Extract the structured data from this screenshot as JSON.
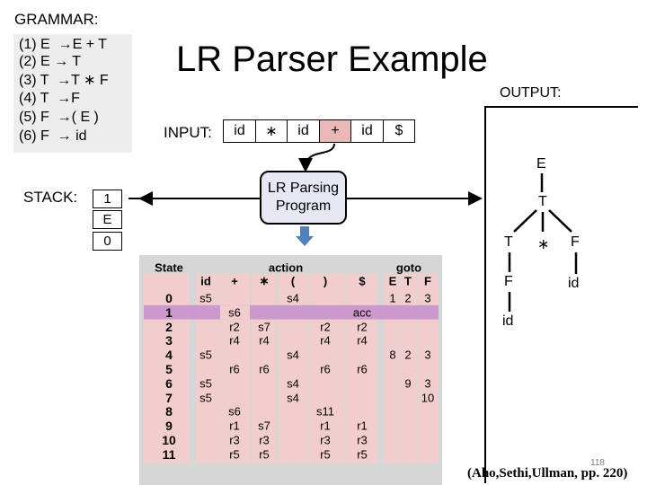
{
  "grammar": {
    "title": "GRAMMAR:",
    "rules": [
      "(1) E  →E + T",
      "(2) E → T",
      "(3) T  →T ∗ F",
      "(4) T  →F",
      "(5) F  →( E )",
      "(6) F  → id"
    ]
  },
  "main_title": "LR Parser Example",
  "input": {
    "label": "INPUT:",
    "tokens": [
      "id",
      "∗",
      "id",
      "+",
      "id",
      "$"
    ]
  },
  "output": {
    "label": "OUTPUT:",
    "tree": [
      "E",
      "T",
      "T",
      "∗",
      "F",
      "F",
      "id",
      "id"
    ]
  },
  "stack": {
    "label": "STACK:",
    "cells": [
      "1",
      "E",
      "0"
    ]
  },
  "program": {
    "label_line1": "LR Parsing",
    "label_line2": "Program"
  },
  "table": {
    "state_header": "State",
    "action_header": "action",
    "goto_header": "goto",
    "action_cols": [
      "id",
      "+",
      "∗",
      "(",
      ")",
      "$"
    ],
    "goto_cols": [
      "E",
      "T",
      "F"
    ],
    "states": [
      "0",
      "1",
      "2",
      "3",
      "4",
      "5",
      "6",
      "7",
      "8",
      "9",
      "10",
      "11"
    ],
    "cells": [
      {
        "row": 0,
        "col": 0,
        "text": "s5"
      },
      {
        "row": 0,
        "col": 3,
        "text": "s4"
      },
      {
        "row": 0,
        "col": 6,
        "text": "1"
      },
      {
        "row": 0,
        "col": 7,
        "text": "2"
      },
      {
        "row": 0,
        "col": 8,
        "text": "3"
      },
      {
        "row": 1,
        "col": 1,
        "text": "s6"
      },
      {
        "row": 1,
        "col": 5,
        "text": "acc"
      },
      {
        "row": 2,
        "col": 1,
        "text": "r2"
      },
      {
        "row": 2,
        "col": 2,
        "text": "s7"
      },
      {
        "row": 2,
        "col": 4,
        "text": "r2"
      },
      {
        "row": 2,
        "col": 5,
        "text": "r2"
      },
      {
        "row": 3,
        "col": 1,
        "text": "r4"
      },
      {
        "row": 3,
        "col": 2,
        "text": "r4"
      },
      {
        "row": 3,
        "col": 4,
        "text": "r4"
      },
      {
        "row": 3,
        "col": 5,
        "text": "r4"
      },
      {
        "row": 4,
        "col": 0,
        "text": "s5"
      },
      {
        "row": 4,
        "col": 3,
        "text": "s4"
      },
      {
        "row": 4,
        "col": 6,
        "text": "8"
      },
      {
        "row": 4,
        "col": 7,
        "text": "2"
      },
      {
        "row": 4,
        "col": 8,
        "text": "3"
      },
      {
        "row": 5,
        "col": 1,
        "text": "r6"
      },
      {
        "row": 5,
        "col": 2,
        "text": "r6"
      },
      {
        "row": 5,
        "col": 4,
        "text": "r6"
      },
      {
        "row": 5,
        "col": 5,
        "text": "r6"
      },
      {
        "row": 6,
        "col": 0,
        "text": "s5"
      },
      {
        "row": 6,
        "col": 3,
        "text": "s4"
      },
      {
        "row": 6,
        "col": 7,
        "text": "9"
      },
      {
        "row": 6,
        "col": 8,
        "text": "3"
      },
      {
        "row": 7,
        "col": 0,
        "text": "s5"
      },
      {
        "row": 7,
        "col": 3,
        "text": "s4"
      },
      {
        "row": 7,
        "col": 8,
        "text": "10"
      },
      {
        "row": 8,
        "col": 1,
        "text": "s6"
      },
      {
        "row": 8,
        "col": 4,
        "text": "s11"
      },
      {
        "row": 9,
        "col": 1,
        "text": "r1"
      },
      {
        "row": 9,
        "col": 2,
        "text": "s7"
      },
      {
        "row": 9,
        "col": 4,
        "text": "r1"
      },
      {
        "row": 9,
        "col": 5,
        "text": "r1"
      },
      {
        "row": 10,
        "col": 1,
        "text": "r3"
      },
      {
        "row": 10,
        "col": 2,
        "text": "r3"
      },
      {
        "row": 10,
        "col": 4,
        "text": "r3"
      },
      {
        "row": 10,
        "col": 5,
        "text": "r3"
      },
      {
        "row": 11,
        "col": 1,
        "text": "r5"
      },
      {
        "row": 11,
        "col": 2,
        "text": "r5"
      },
      {
        "row": 11,
        "col": 4,
        "text": "r5"
      },
      {
        "row": 11,
        "col": 5,
        "text": "r5"
      }
    ]
  },
  "page_number": "118",
  "reference": "(Aho,Sethi,Ullman, pp. 220)",
  "colors": {
    "grammar_bg": "#ededed",
    "table_bg": "#d6d6d6",
    "table_cell_bg": "#f2cdcd",
    "highlight_row": "#cc99cc",
    "input_highlight": "#ebb8b8",
    "program_bg": "#e7e8f4",
    "arrow_blue": "#4f81bd"
  }
}
